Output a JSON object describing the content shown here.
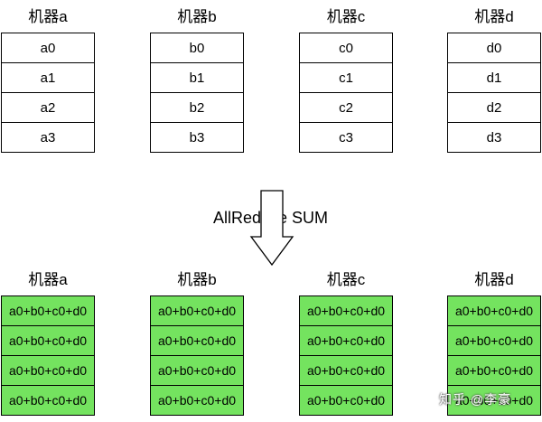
{
  "top": [
    {
      "label": "机器a",
      "cells": [
        "a0",
        "a1",
        "a2",
        "a3"
      ]
    },
    {
      "label": "机器b",
      "cells": [
        "b0",
        "b1",
        "b2",
        "b3"
      ]
    },
    {
      "label": "机器c",
      "cells": [
        "c0",
        "c1",
        "c2",
        "c3"
      ]
    },
    {
      "label": "机器d",
      "cells": [
        "d0",
        "d1",
        "d2",
        "d3"
      ]
    }
  ],
  "operation": "AllReduce SUM",
  "bottom": [
    {
      "label": "机器a",
      "cells": [
        "a0+b0+c0+d0",
        "a0+b0+c0+d0",
        "a0+b0+c0+d0",
        "a0+b0+c0+d0"
      ]
    },
    {
      "label": "机器b",
      "cells": [
        "a0+b0+c0+d0",
        "a0+b0+c0+d0",
        "a0+b0+c0+d0",
        "a0+b0+c0+d0"
      ]
    },
    {
      "label": "机器c",
      "cells": [
        "a0+b0+c0+d0",
        "a0+b0+c0+d0",
        "a0+b0+c0+d0",
        "a0+b0+c0+d0"
      ]
    },
    {
      "label": "机器d",
      "cells": [
        "a0+b0+c0+d0",
        "a0+b0+c0+d0",
        "a0+b0+c0+d0",
        "a0+b0+c0+d0"
      ]
    }
  ],
  "watermark": "知乎 @李豪",
  "colors": {
    "result_fill": "#74e35f",
    "border": "#000000"
  }
}
